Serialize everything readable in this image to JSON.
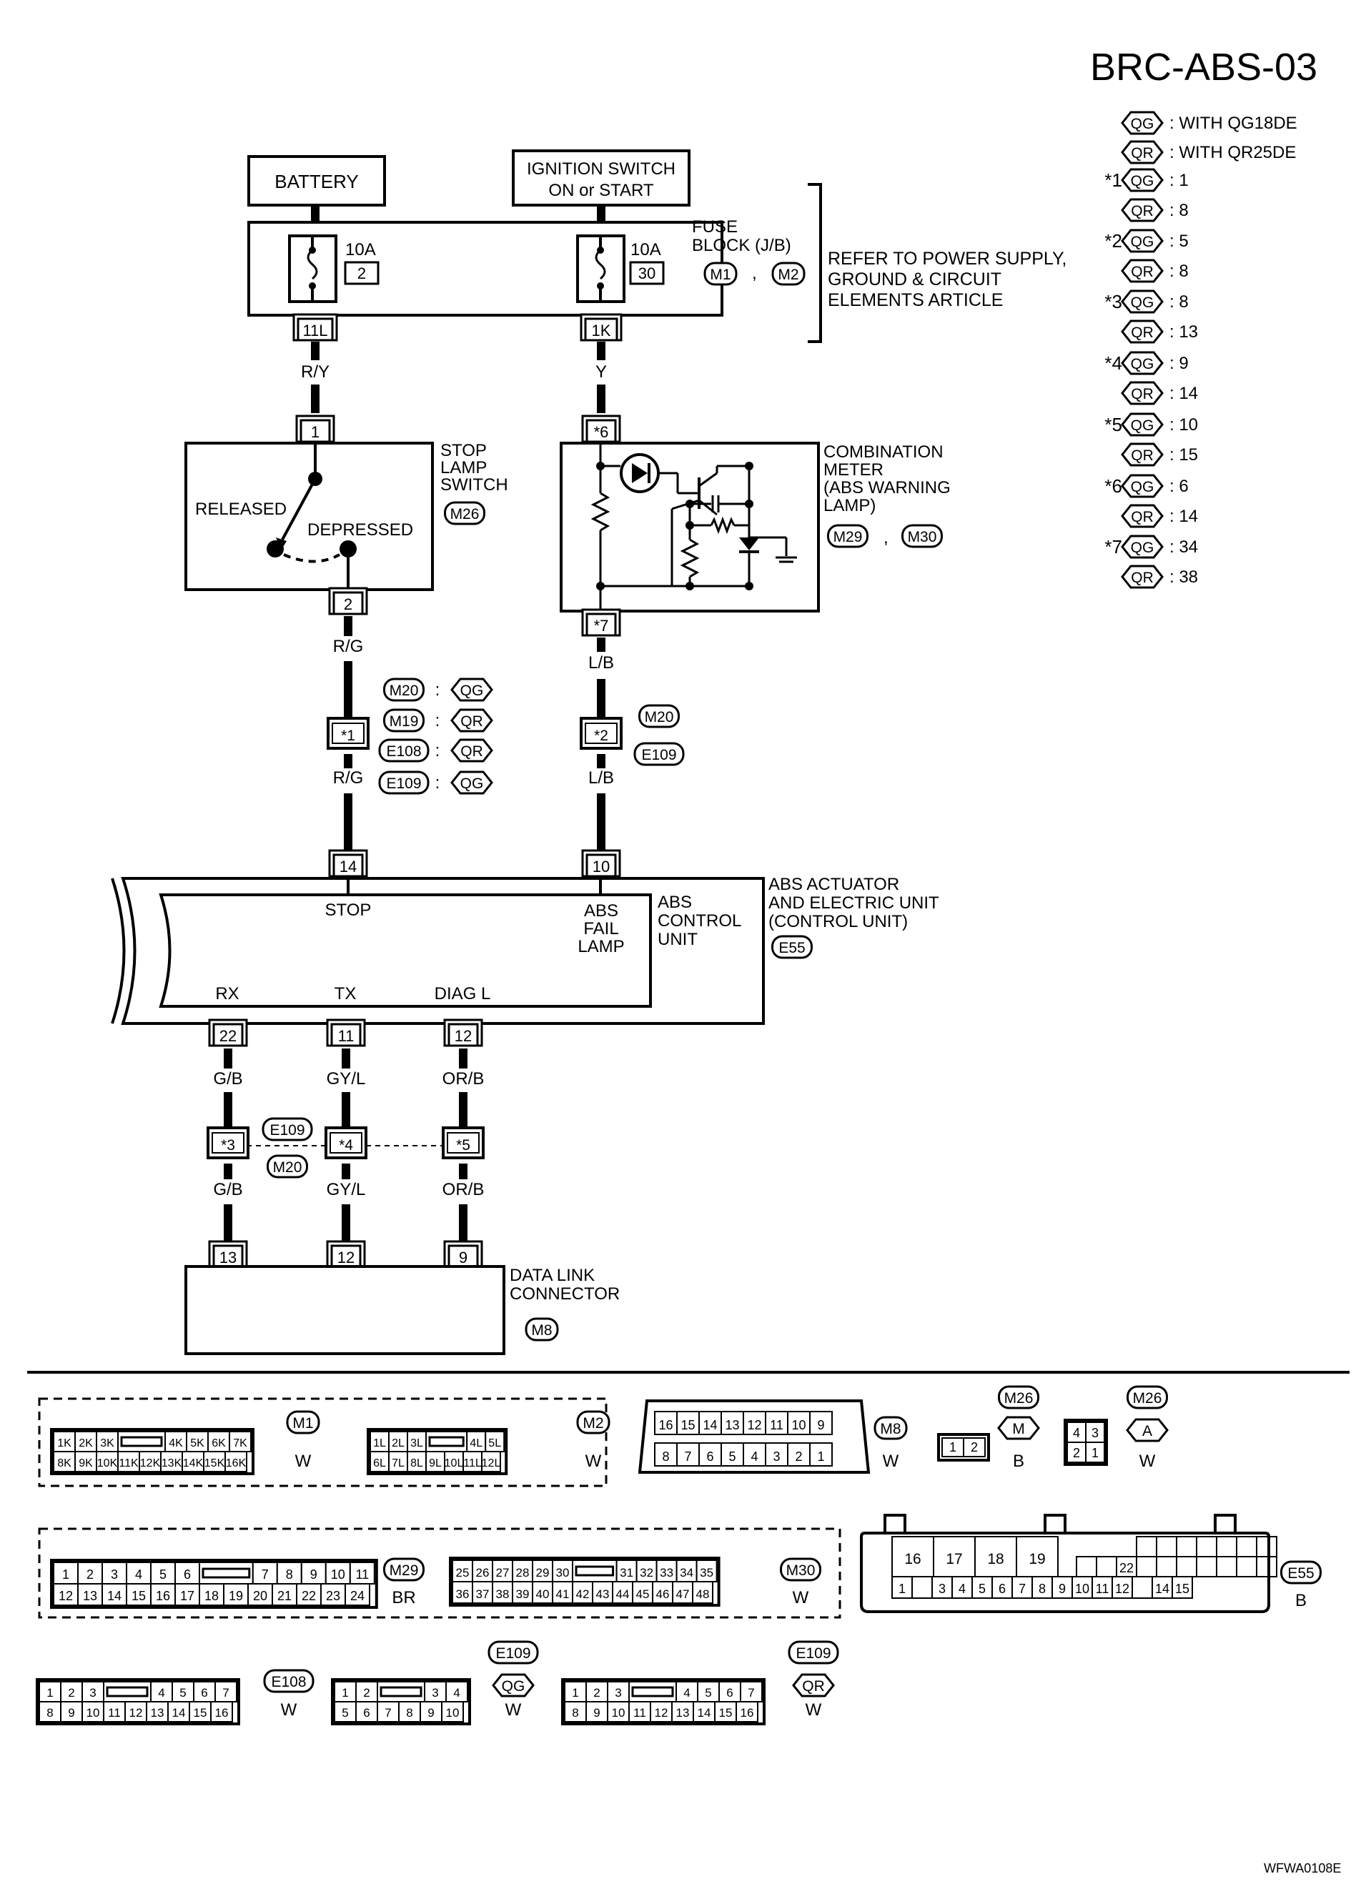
{
  "header": {
    "title": "BRC-ABS-03",
    "footer_code": "WFWA0108E"
  },
  "legend": {
    "variants": [
      {
        "tag": "QG",
        "text": ": WITH QG18DE"
      },
      {
        "tag": "QR",
        "text": ": WITH QR25DE"
      }
    ],
    "pin_notes": [
      {
        "mark": "*1",
        "qg": ": 1",
        "qr": ": 8"
      },
      {
        "mark": "*2",
        "qg": ": 5",
        "qr": ": 8"
      },
      {
        "mark": "*3",
        "qg": ": 8",
        "qr": ": 13"
      },
      {
        "mark": "*4",
        "qg": ": 9",
        "qr": ": 14"
      },
      {
        "mark": "*5",
        "qg": ": 10",
        "qr": ": 15"
      },
      {
        "mark": "*6",
        "qg": ": 6",
        "qr": ": 14"
      },
      {
        "mark": "*7",
        "qg": ": 34",
        "qr": ": 38"
      }
    ],
    "qg_tag": "QG",
    "qr_tag": "QR"
  },
  "power": {
    "battery": "BATTERY",
    "ign_line1": "IGNITION SWITCH",
    "ign_line2": "ON or START",
    "fuse_a_amps": "10A",
    "fuse_a_num": "2",
    "fuse_b_amps": "10A",
    "fuse_b_num": "30",
    "fuse_block_line1": "FUSE",
    "fuse_block_line2": "BLOCK (J/B)",
    "fuse_block_conn1": "M1",
    "fuse_block_conn2": "M2",
    "refer_line1": "REFER TO POWER SUPPLY,",
    "refer_line2": "GROUND & CIRCUIT",
    "refer_line3": "ELEMENTS ARTICLE",
    "pin_11l": "11L",
    "pin_1k": "1K",
    "wire_ry": "R/Y",
    "wire_y": "Y",
    "comma": ","
  },
  "stop_switch": {
    "line1": "STOP",
    "line2": "LAMP",
    "line3": "SWITCH",
    "conn": "M26",
    "released": "RELEASED",
    "depressed": "DEPRESSED",
    "pin_top": "1",
    "pin_bottom": "2",
    "wire_rg_top": "R/G",
    "wire_rg_bottom": "R/G",
    "joint_pin": "*1",
    "joint_refs": [
      {
        "conn": "M20",
        "variant": "QG"
      },
      {
        "conn": "M19",
        "variant": "QR"
      },
      {
        "conn": "E108",
        "variant": "QR"
      },
      {
        "conn": "E109",
        "variant": "QG"
      }
    ],
    "colon": ":"
  },
  "meter": {
    "line1": "COMBINATION",
    "line2": "METER",
    "line3": "(ABS WARNING",
    "line4": "LAMP)",
    "conn1": "M29",
    "conn2": "M30",
    "pin_top": "*6",
    "pin_bottom": "*7",
    "wire_lb_top": "L/B",
    "wire_lb_bottom": "L/B",
    "joint_pin": "*2",
    "joint_conn1": "M20",
    "joint_conn2": "E109"
  },
  "abs_unit": {
    "pin_stop": "14",
    "pin_fail": "10",
    "stop_label": "STOP",
    "fail_line1": "ABS",
    "fail_line2": "FAIL",
    "fail_line3": "LAMP",
    "ctrl_line1": "ABS",
    "ctrl_line2": "CONTROL",
    "ctrl_line3": "UNIT",
    "title_line1": "ABS ACTUATOR",
    "title_line2": "AND ELECTRIC UNIT",
    "title_line3": "(CONTROL UNIT)",
    "conn": "E55",
    "rx": "RX",
    "tx": "TX",
    "diag": "DIAG L",
    "pin_rx": "22",
    "pin_tx": "11",
    "pin_diag": "12"
  },
  "data_link": {
    "wire_rx_top": "G/B",
    "wire_tx_top": "GY/L",
    "wire_diag_top": "OR/B",
    "wire_rx_bottom": "G/B",
    "wire_tx_bottom": "GY/L",
    "wire_diag_bottom": "OR/B",
    "joint_rx": "*3",
    "joint_tx": "*4",
    "joint_diag": "*5",
    "joint_conn1": "E109",
    "joint_conn2": "M20",
    "pin_13": "13",
    "pin_12": "12",
    "pin_9": "9",
    "line1": "DATA LINK",
    "line2": "CONNECTOR",
    "conn": "M8"
  },
  "connectors": {
    "m1": {
      "name": "M1",
      "color": "W",
      "row1": [
        "1K",
        "2K",
        "3K",
        "",
        "4K",
        "5K",
        "6K",
        "7K"
      ],
      "row2": [
        "8K",
        "9K",
        "10K",
        "11K",
        "12K",
        "13K",
        "14K",
        "15K",
        "16K"
      ]
    },
    "m2": {
      "name": "M2",
      "color": "W",
      "row1": [
        "1L",
        "2L",
        "3L",
        "",
        "4L",
        "5L"
      ],
      "row2": [
        "6L",
        "7L",
        "8L",
        "9L",
        "10L",
        "11L",
        "12L"
      ]
    },
    "m8": {
      "name": "M8",
      "color": "W",
      "row1": [
        "16",
        "15",
        "14",
        "13",
        "12",
        "11",
        "10",
        "9"
      ],
      "row2": [
        "8",
        "7",
        "6",
        "5",
        "4",
        "3",
        "2",
        "1"
      ]
    },
    "m26m": {
      "name": "M26",
      "variant": "M",
      "color": "B",
      "pins": [
        "1",
        "2"
      ]
    },
    "m26a": {
      "name": "M26",
      "variant": "A",
      "color": "W",
      "row1": [
        "4",
        "3"
      ],
      "row2": [
        "2",
        "1"
      ]
    },
    "m29": {
      "name": "M29",
      "color": "BR",
      "row1": [
        "1",
        "2",
        "3",
        "4",
        "5",
        "6",
        "",
        "7",
        "8",
        "9",
        "10",
        "11"
      ],
      "row2": [
        "12",
        "13",
        "14",
        "15",
        "16",
        "17",
        "18",
        "19",
        "20",
        "21",
        "22",
        "23",
        "24"
      ]
    },
    "m30": {
      "name": "M30",
      "color": "W",
      "row1": [
        "25",
        "26",
        "27",
        "28",
        "29",
        "30",
        "",
        "31",
        "32",
        "33",
        "34",
        "35"
      ],
      "row2": [
        "36",
        "37",
        "38",
        "39",
        "40",
        "41",
        "42",
        "43",
        "44",
        "45",
        "46",
        "47",
        "48"
      ]
    },
    "e55": {
      "name": "E55",
      "color": "B",
      "top": [
        "16",
        "17",
        "18",
        "19"
      ],
      "mid": [
        "22"
      ],
      "row2": [
        "1",
        "",
        "3",
        "4",
        "5",
        "6",
        "7",
        "8",
        "9",
        "10",
        "11",
        "12",
        "",
        "14",
        "15"
      ]
    },
    "e108": {
      "name": "E108",
      "color": "W",
      "row1": [
        "1",
        "2",
        "3",
        "",
        "4",
        "5",
        "6",
        "7"
      ],
      "row2": [
        "8",
        "9",
        "10",
        "11",
        "12",
        "13",
        "14",
        "15",
        "16"
      ]
    },
    "e109qg": {
      "name": "E109",
      "variant": "QG",
      "color": "W",
      "row1": [
        "1",
        "2",
        "",
        "3",
        "4"
      ],
      "row2": [
        "5",
        "6",
        "7",
        "8",
        "9",
        "10"
      ]
    },
    "e109qr": {
      "name": "E109",
      "variant": "QR",
      "color": "W",
      "row1": [
        "1",
        "2",
        "3",
        "",
        "4",
        "5",
        "6",
        "7"
      ],
      "row2": [
        "8",
        "9",
        "10",
        "11",
        "12",
        "13",
        "14",
        "15",
        "16"
      ]
    }
  }
}
